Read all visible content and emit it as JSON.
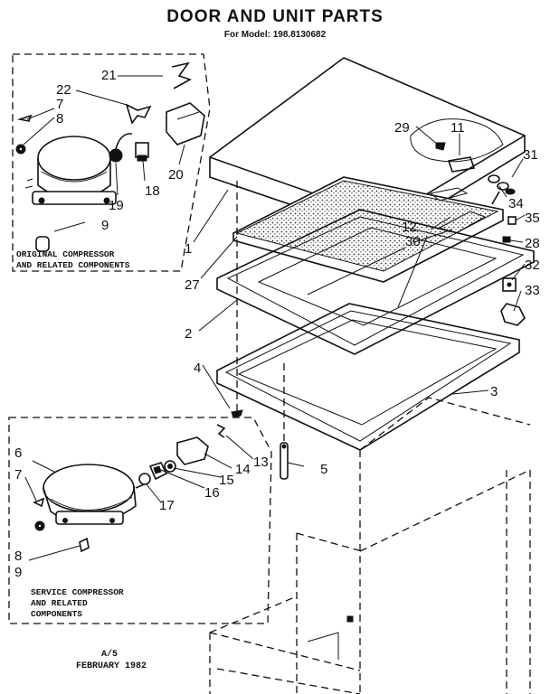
{
  "header": {
    "title": "DOOR AND UNIT PARTS",
    "subtitle": "For Model: 198.8130682"
  },
  "captions": {
    "original_line1": "ORIGINAL COMPRESSOR",
    "original_line2": "AND RELATED COMPONENTS",
    "service_line1": "SERVICE COMPRESSOR",
    "service_line2": "AND RELATED",
    "service_line3": "COMPONENTS"
  },
  "footer": {
    "line1": "A/5",
    "line2": "FEBRUARY 1982"
  },
  "callouts": {
    "p1": "1",
    "p2": "2",
    "p3": "3",
    "p4": "4",
    "p5": "5",
    "p6": "6",
    "p7a": "7",
    "p7b": "7",
    "p8a": "8",
    "p8b": "8",
    "p9a": "9",
    "p9b": "9",
    "p11": "11",
    "p12": "12",
    "p13": "13",
    "p14": "14",
    "p15": "15",
    "p16": "16",
    "p17": "17",
    "p18": "18",
    "p19": "19",
    "p20": "20",
    "p21": "21",
    "p22": "22",
    "p27": "27",
    "p28": "28",
    "p29": "29",
    "p30": "30",
    "p31": "31",
    "p32": "32",
    "p33": "33",
    "p34": "34",
    "p35": "35"
  }
}
